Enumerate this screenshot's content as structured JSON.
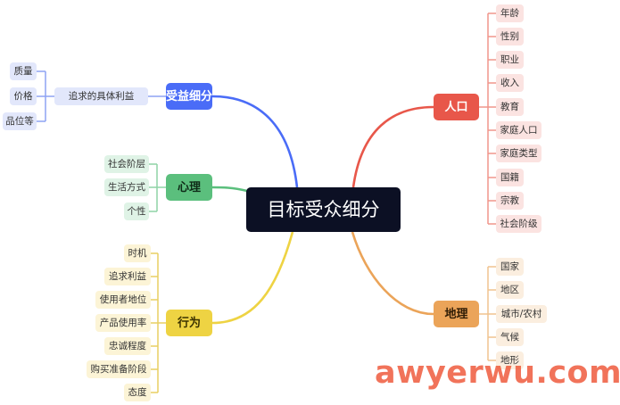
{
  "center": "目标受众细分",
  "colors": {
    "blue": "#4a6cf7",
    "red": "#e8574a",
    "green": "#5bbf7d",
    "yellow": "#eed343",
    "orange": "#eba459"
  },
  "branches": {
    "benefit": {
      "label": "受益细分",
      "sub": "追求的具体利益",
      "items": [
        "质量",
        "价格",
        "品位等"
      ]
    },
    "psychology": {
      "label": "心理",
      "items": [
        "社会阶层",
        "生活方式",
        "个性"
      ]
    },
    "behavior": {
      "label": "行为",
      "items": [
        "时机",
        "追求利益",
        "使用者地位",
        "产品使用率",
        "忠诚程度",
        "购买准备阶段",
        "态度"
      ]
    },
    "demographics": {
      "label": "人口",
      "items": [
        "年龄",
        "性别",
        "职业",
        "收入",
        "教育",
        "家庭人口",
        "家庭类型",
        "国籍",
        "宗教",
        "社会阶级"
      ]
    },
    "geography": {
      "label": "地理",
      "items": [
        "国家",
        "地区",
        "城市/农村",
        "气候",
        "地形"
      ]
    }
  },
  "watermark": "awyerwu.com"
}
